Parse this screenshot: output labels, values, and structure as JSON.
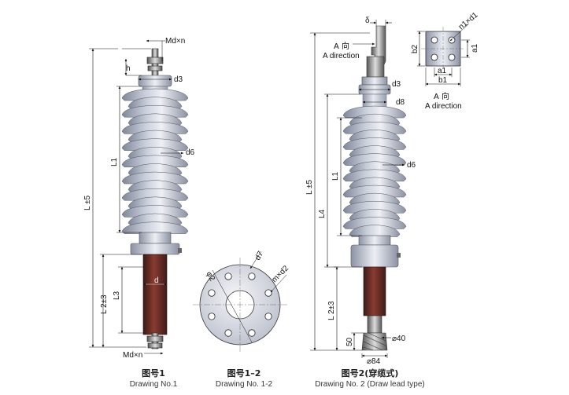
{
  "drawing1": {
    "caption_cn": "图号1",
    "caption_en": "Drawing No.1",
    "labels": {
      "top_nut": "Md×n",
      "bottom_nut": "Md×n",
      "h": "h",
      "d3": "d3",
      "d6": "d6",
      "L1": "L1",
      "L5": "L ±5",
      "L23": "L 2±3",
      "L3": "L3",
      "d": "d"
    }
  },
  "drawing12": {
    "caption_cn": "图号1–2",
    "caption_en": "Drawing No. 1-2",
    "labels": {
      "phi2": "φ2",
      "d7": "d7",
      "mxd2": "m×d2"
    }
  },
  "drawing2": {
    "caption_cn": "图号2(穿缆式)",
    "caption_en": "Drawing No. 2 (Draw lead type)",
    "labels": {
      "delta": "δ",
      "a_dir_cn": "A 向",
      "a_dir_en": "A direction",
      "d3": "d3",
      "d8": "d8",
      "d6": "d6",
      "L1": "L1",
      "L4": "L4",
      "L5": "L ±5",
      "L23": "L 2±3",
      "d40": "⌀40",
      "d84": "⌀84",
      "h50": "50"
    }
  },
  "adetail": {
    "labels": {
      "n1xd1": "n1×d1",
      "b2": "b2",
      "a1v": "a1",
      "a1h": "a1",
      "b1": "b1",
      "a_dir_cn": "A 向",
      "a_dir_en": "A direction"
    }
  }
}
